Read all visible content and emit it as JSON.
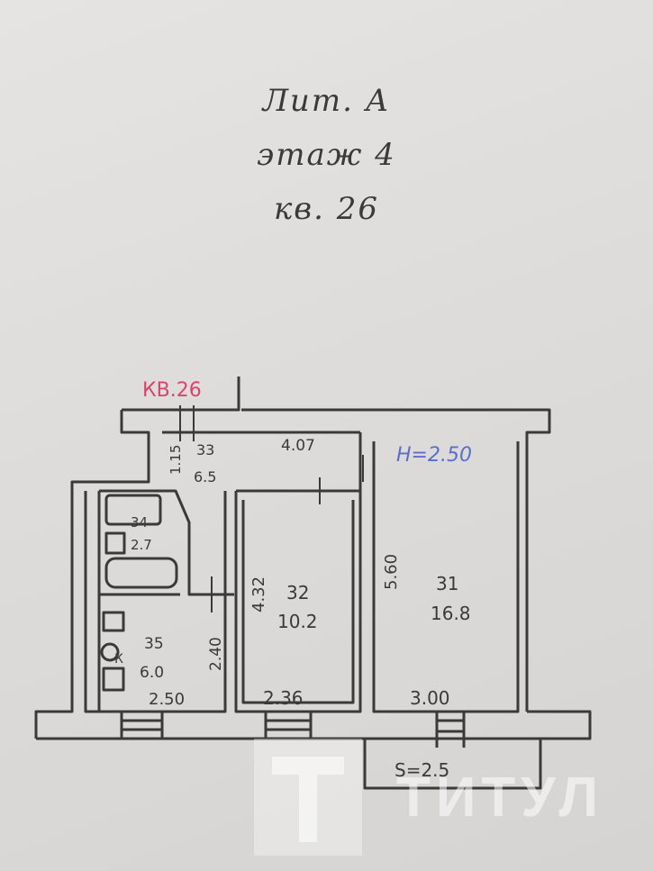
{
  "header": {
    "line1": "Лит. А",
    "line2": "этаж 4",
    "line3": "кв. 26"
  },
  "plan": {
    "apartment_label": "КВ.26",
    "ceiling_height": "Н=2.50",
    "rooms": [
      {
        "number": "31",
        "area": "16.8"
      },
      {
        "number": "32",
        "area": "10.2"
      },
      {
        "number": "33",
        "area": "6.5"
      },
      {
        "number": "34",
        "area": "2.7"
      },
      {
        "number": "35",
        "area": "6.0"
      }
    ],
    "dimensions": {
      "corridor_length": "4.07",
      "corridor_width": "1.15",
      "room31_length": "5.60",
      "room32_length": "4.32",
      "kitchen_length": "2.40",
      "kitchen_width": "2.50",
      "room32_width": "2.36",
      "room31_width": "3.00"
    },
    "balcony_area": "S=2.5",
    "stove_label": "К"
  },
  "watermark": {
    "text": "ТИТУЛ"
  },
  "colors": {
    "ink": "#3a3a3a",
    "apartment_label": "#d8456a",
    "ceiling_height": "#5a6ed0"
  }
}
